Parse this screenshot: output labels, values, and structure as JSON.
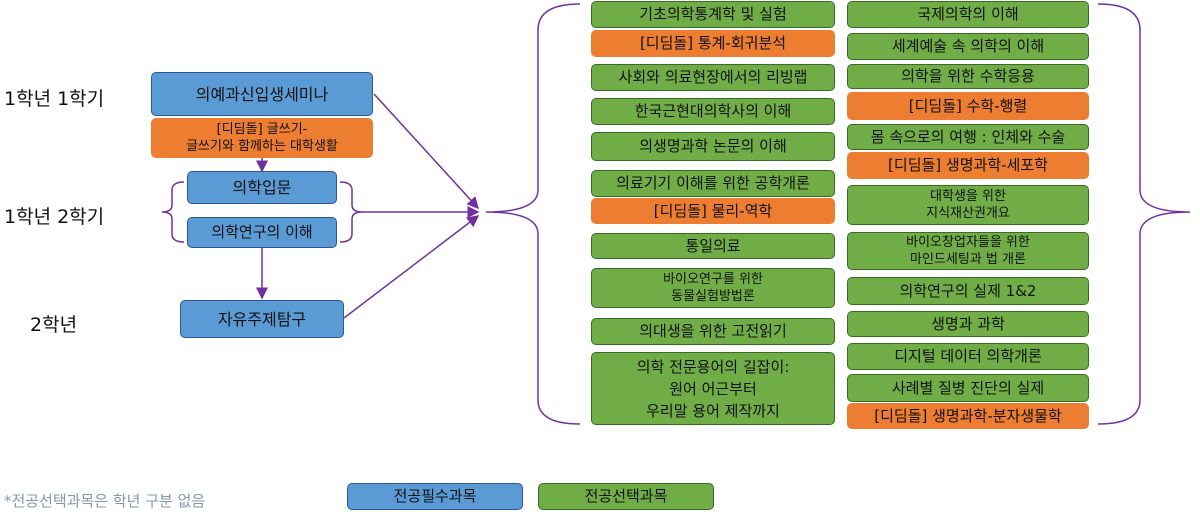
{
  "semesters": {
    "s1": "1학년 1학기",
    "s2": "1학년 2학기",
    "y2": "2학년"
  },
  "required": {
    "seminar": "의예과신입생세미나",
    "writing": "[디딤돌] 글쓰기-\n글쓰기와 함께하는 대학생활",
    "intro": "의학입문",
    "research": "의학연구의 이해",
    "free": "자유주제탐구"
  },
  "electives_left": [
    {
      "label": "기초의학통계학 및 실험",
      "type": "green"
    },
    {
      "label": "[디딤돌] 통계-회귀분석",
      "type": "orange"
    },
    {
      "label": "사회와 의료현장에서의 리빙랩",
      "type": "green"
    },
    {
      "label": "한국근현대의학사의 이해",
      "type": "green"
    },
    {
      "label": "의생명과학 논문의 이해",
      "type": "green"
    },
    {
      "label": "의료기기 이해를 위한 공학개론",
      "type": "green"
    },
    {
      "label": "[디딤돌] 물리-역학",
      "type": "orange"
    },
    {
      "label": "통일의료",
      "type": "green"
    },
    {
      "label": "바이오연구를 위한\n동물실험방법론",
      "type": "green"
    },
    {
      "label": "의대생을 위한 고전읽기",
      "type": "green"
    },
    {
      "label": "의학 전문용어의 길잡이:\n원어 어근부터\n우리말 용어 제작까지",
      "type": "green"
    }
  ],
  "electives_right": [
    {
      "label": "국제의학의 이해",
      "type": "green"
    },
    {
      "label": "세계예술 속 의학의 이해",
      "type": "green"
    },
    {
      "label": "의학을 위한 수학응용",
      "type": "green"
    },
    {
      "label": "[디딤돌] 수학-행렬",
      "type": "orange"
    },
    {
      "label": "몸 속으로의 여행 : 인체와 수술",
      "type": "green"
    },
    {
      "label": "[디딤돌] 생명과학-세포학",
      "type": "orange"
    },
    {
      "label": "대학생을 위한\n지식재산권개요",
      "type": "green"
    },
    {
      "label": "바이오창업자들을 위한\n마인드세팅과 법 개론",
      "type": "green"
    },
    {
      "label": "의학연구의 실제 1&2",
      "type": "green"
    },
    {
      "label": "생명과 과학",
      "type": "green"
    },
    {
      "label": "디지털 데이터 의학개론",
      "type": "green"
    },
    {
      "label": "사례별 질병 진단의 실제",
      "type": "green"
    },
    {
      "label": "[디딤돌] 생명과학-분자생물학",
      "type": "orange"
    }
  ],
  "legend": {
    "note": "*전공선택과목은 학년 구분 없음",
    "required_label": "전공필수과목",
    "elective_label": "전공선택과목"
  },
  "colors": {
    "required": "#5b9bd5",
    "elective": "#70ad47",
    "didimdol": "#ed7d31",
    "connector": "#7030a0",
    "note": "#8497b0"
  }
}
